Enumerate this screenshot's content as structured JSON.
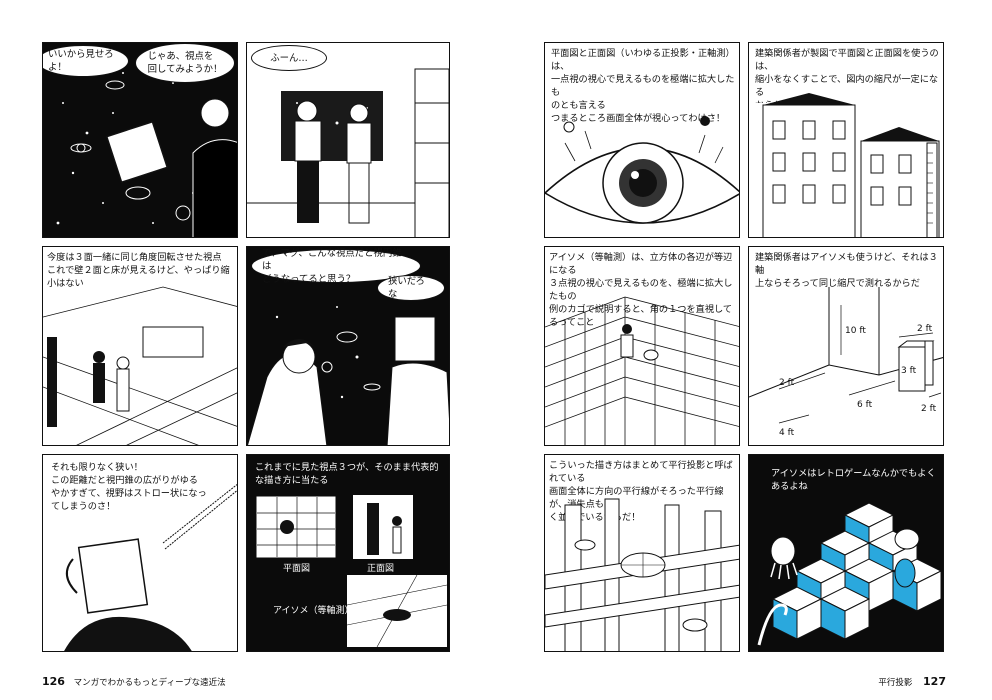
{
  "left_page": {
    "panels": [
      {
        "bubbles": [
          "いいから見せろよ！",
          "じゃあ、視点を\n回してみようか！"
        ]
      },
      {
        "bubbles": [
          "ふーん…"
        ]
      },
      {
        "caption": "今度は３面一緒に同じ角度回転させた視点\nこれで壁２面と床が見えるけど、やっぱり縮小はない"
      },
      {
        "bubbles": [
          "で、マグ、こんな視点だと視円錐は\nどうなってると思う？",
          "狭いだろな"
        ]
      },
      {
        "caption": "それも限りなく狭い！\nこの距離だと視円錐の広がりがゆる\nやかすぎて、視野はストロー状になっ\nてしまうのさ！"
      },
      {
        "caption": "これまでに見た視点３つが、そのまま代表的\nな描き方に当たる",
        "labels": [
          "平面図",
          "正面図",
          "アイソメ（等軸測）"
        ]
      }
    ],
    "footer": {
      "page_number": "126",
      "title": "マンガでわかるもっとディープな遠近法"
    }
  },
  "right_page": {
    "panels": [
      {
        "caption": "平面図と正面図（いわゆる正投影・正軸測）は、\n一点視の視心で見えるものを極端に拡大したも\nのとも言える\nつまるところ画面全体が視心ってわけさ！"
      },
      {
        "caption": "建築関係者が製図で平面図と正面図を使うのは、\n縮小をなくすことで、図内の縮尺が一定になる\nからだ"
      },
      {
        "caption": "アイソメ（等軸測）は、立方体の各辺が等辺になる\n３点視の視心で見えるものを、極端に拡大したもの\n例のカゴで説明すると、角の１つを直視してるってこと"
      },
      {
        "caption": "建築関係者はアイソメも使うけど、それは３軸\n上ならそろって同じ縮尺で測れるからだ",
        "dims": [
          "10 ft",
          "2 ft",
          "2 ft",
          "3 ft",
          "6 ft",
          "4 ft",
          "2 ft"
        ]
      },
      {
        "caption": "こういった描き方はまとめて平行投影と呼ばれている\n画面全体に方向の平行線がそろった平行線が、消失点もな\nく並んでいるからだ！"
      },
      {
        "caption": "アイソメはレトロゲームなんかでもよく\nあるよね"
      }
    ],
    "footer": {
      "page_number": "127",
      "title": "平行投影"
    }
  },
  "colors": {
    "ink": "#111111",
    "panel_dark": "#0b0b0b",
    "cube_blue": "#2aa8dd",
    "paper": "#ffffff"
  }
}
